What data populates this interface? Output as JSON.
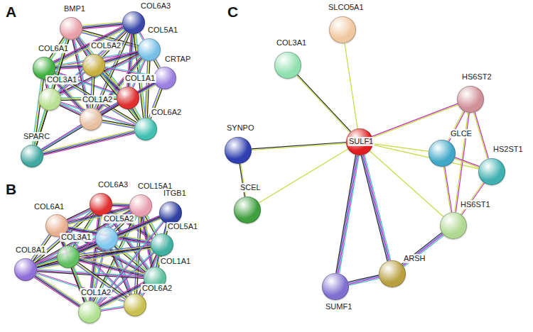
{
  "diagram": {
    "nodes": [
      {
        "text": [
          "BMP1"
        ]
      },
      {
        "text": [
          "COL6A3"
        ]
      },
      {
        "text": [
          "COL5A1"
        ]
      },
      {
        "text": [
          "COL6A1"
        ]
      },
      {
        "text": [
          "COL5A2"
        ]
      },
      {
        "text": [
          "CRTAP"
        ]
      },
      {
        "text": [
          "COL3A1"
        ]
      },
      {
        "text": [
          "COL1A1"
        ]
      },
      {
        "text": [
          "COL1A2"
        ]
      },
      {
        "text": [
          "COL6A2"
        ]
      },
      {
        "text": [
          "SPARC"
        ]
      },
      {
        "text": [
          "COL6A3"
        ]
      },
      {
        "text": [
          "COL15A1"
        ]
      },
      {
        "text": [
          "ITGB1"
        ]
      },
      {
        "text": [
          "COL6A1"
        ]
      },
      {
        "text": [
          "COL5A2"
        ]
      },
      {
        "text": [
          "COL5A1"
        ]
      },
      {
        "text": [
          "COL8A1"
        ]
      },
      {
        "text": [
          "COL3A1"
        ]
      },
      {
        "text": [
          "COL1A1"
        ]
      },
      {
        "text": [
          "COL6A2"
        ]
      },
      {
        "text": [
          "COL1A2"
        ]
      },
      {
        "text": [
          "SLCO5A1"
        ]
      },
      {
        "text": [
          "COL3A1"
        ]
      },
      {
        "text": [
          "HS6ST2"
        ]
      },
      {
        "text": [
          "SYNPO"
        ]
      },
      {
        "text": [
          "SULF1"
        ]
      },
      {
        "text": [
          "GLCE"
        ]
      },
      {
        "text": [
          "HS2ST1"
        ]
      },
      {
        "text": [
          "SCEL"
        ]
      },
      {
        "text": [
          "HS6ST1"
        ]
      },
      {
        "text": [
          "ARSH"
        ]
      },
      {
        "text": [
          "SUMF1"
        ]
      }
    ],
    "edges": [
      {
        "from": 0,
        "to": 1,
        "arrow": "none"
      },
      {
        "from": 0,
        "to": 2,
        "arrow": "none"
      },
      {
        "from": 0,
        "to": 3,
        "arrow": "none"
      },
      {
        "from": 0,
        "to": 4,
        "arrow": "none"
      },
      {
        "from": 0,
        "to": 6,
        "arrow": "none"
      },
      {
        "from": 0,
        "to": 7,
        "arrow": "none"
      },
      {
        "from": 0,
        "to": 8,
        "arrow": "none"
      },
      {
        "from": 0,
        "to": 9,
        "arrow": "none"
      },
      {
        "from": 1,
        "to": 2,
        "arrow": "none"
      },
      {
        "from": 1,
        "to": 3,
        "arrow": "none"
      },
      {
        "from": 1,
        "to": 4,
        "arrow": "none"
      },
      {
        "from": 1,
        "to": 6,
        "arrow": "none"
      },
      {
        "from": 1,
        "to": 7,
        "arrow": "none"
      },
      {
        "from": 1,
        "to": 8,
        "arrow": "none"
      },
      {
        "from": 1,
        "to": 9,
        "arrow": "none"
      },
      {
        "from": 2,
        "to": 3,
        "arrow": "none"
      },
      {
        "from": 2,
        "to": 4,
        "arrow": "none"
      },
      {
        "from": 2,
        "to": 6,
        "arrow": "none"
      },
      {
        "from": 2,
        "to": 7,
        "arrow": "none"
      },
      {
        "from": 2,
        "to": 8,
        "arrow": "none"
      },
      {
        "from": 2,
        "to": 9,
        "arrow": "none"
      },
      {
        "from": 3,
        "to": 4,
        "arrow": "none"
      },
      {
        "from": 3,
        "to": 6,
        "arrow": "none"
      },
      {
        "from": 3,
        "to": 7,
        "arrow": "none"
      },
      {
        "from": 3,
        "to": 8,
        "arrow": "none"
      },
      {
        "from": 3,
        "to": 9,
        "arrow": "none"
      },
      {
        "from": 4,
        "to": 6,
        "arrow": "none"
      },
      {
        "from": 4,
        "to": 7,
        "arrow": "none"
      },
      {
        "from": 4,
        "to": 8,
        "arrow": "none"
      },
      {
        "from": 4,
        "to": 9,
        "arrow": "none"
      },
      {
        "from": 6,
        "to": 7,
        "arrow": "none"
      },
      {
        "from": 6,
        "to": 8,
        "arrow": "none"
      },
      {
        "from": 6,
        "to": 9,
        "arrow": "none"
      },
      {
        "from": 7,
        "to": 8,
        "arrow": "none"
      },
      {
        "from": 7,
        "to": 9,
        "arrow": "none"
      },
      {
        "from": 8,
        "to": 9,
        "arrow": "none"
      },
      {
        "from": 5,
        "to": 2,
        "arrow": "none"
      },
      {
        "from": 5,
        "to": 4,
        "arrow": "none"
      },
      {
        "from": 5,
        "to": 7,
        "arrow": "none"
      },
      {
        "from": 5,
        "to": 8,
        "arrow": "none"
      },
      {
        "from": 5,
        "to": 9,
        "arrow": "none"
      },
      {
        "from": 10,
        "to": 0,
        "arrow": "none"
      },
      {
        "from": 10,
        "to": 3,
        "arrow": "none"
      },
      {
        "from": 10,
        "to": 6,
        "arrow": "none"
      },
      {
        "from": 10,
        "to": 7,
        "arrow": "none"
      },
      {
        "from": 10,
        "to": 8,
        "arrow": "none"
      },
      {
        "from": 10,
        "to": 9,
        "arrow": "none"
      },
      {
        "from": 11,
        "to": 12,
        "arrow": "none"
      },
      {
        "from": 11,
        "to": 14,
        "arrow": "none"
      },
      {
        "from": 11,
        "to": 15,
        "arrow": "none"
      },
      {
        "from": 11,
        "to": 16,
        "arrow": "none"
      },
      {
        "from": 11,
        "to": 17,
        "arrow": "none"
      },
      {
        "from": 11,
        "to": 18,
        "arrow": "none"
      },
      {
        "from": 11,
        "to": 19,
        "arrow": "none"
      },
      {
        "from": 11,
        "to": 20,
        "arrow": "none"
      },
      {
        "from": 11,
        "to": 21,
        "arrow": "none"
      },
      {
        "from": 12,
        "to": 14,
        "arrow": "none"
      },
      {
        "from": 12,
        "to": 15,
        "arrow": "none"
      },
      {
        "from": 12,
        "to": 16,
        "arrow": "none"
      },
      {
        "from": 12,
        "to": 17,
        "arrow": "none"
      },
      {
        "from": 12,
        "to": 18,
        "arrow": "none"
      },
      {
        "from": 12,
        "to": 19,
        "arrow": "none"
      },
      {
        "from": 12,
        "to": 20,
        "arrow": "none"
      },
      {
        "from": 12,
        "to": 21,
        "arrow": "none"
      },
      {
        "from": 14,
        "to": 15,
        "arrow": "none"
      },
      {
        "from": 14,
        "to": 16,
        "arrow": "none"
      },
      {
        "from": 14,
        "to": 17,
        "arrow": "none"
      },
      {
        "from": 14,
        "to": 18,
        "arrow": "none"
      },
      {
        "from": 14,
        "to": 19,
        "arrow": "none"
      },
      {
        "from": 14,
        "to": 20,
        "arrow": "none"
      },
      {
        "from": 14,
        "to": 21,
        "arrow": "none"
      },
      {
        "from": 15,
        "to": 16,
        "arrow": "none"
      },
      {
        "from": 15,
        "to": 17,
        "arrow": "none"
      },
      {
        "from": 15,
        "to": 18,
        "arrow": "none"
      },
      {
        "from": 15,
        "to": 19,
        "arrow": "none"
      },
      {
        "from": 15,
        "to": 20,
        "arrow": "none"
      },
      {
        "from": 15,
        "to": 21,
        "arrow": "none"
      },
      {
        "from": 16,
        "to": 17,
        "arrow": "none"
      },
      {
        "from": 16,
        "to": 18,
        "arrow": "none"
      },
      {
        "from": 16,
        "to": 19,
        "arrow": "none"
      },
      {
        "from": 16,
        "to": 20,
        "arrow": "none"
      },
      {
        "from": 16,
        "to": 21,
        "arrow": "none"
      },
      {
        "from": 17,
        "to": 18,
        "arrow": "none"
      },
      {
        "from": 17,
        "to": 19,
        "arrow": "none"
      },
      {
        "from": 17,
        "to": 20,
        "arrow": "none"
      },
      {
        "from": 17,
        "to": 21,
        "arrow": "none"
      },
      {
        "from": 18,
        "to": 19,
        "arrow": "none"
      },
      {
        "from": 18,
        "to": 20,
        "arrow": "none"
      },
      {
        "from": 18,
        "to": 21,
        "arrow": "none"
      },
      {
        "from": 19,
        "to": 20,
        "arrow": "none"
      },
      {
        "from": 19,
        "to": 21,
        "arrow": "none"
      },
      {
        "from": 20,
        "to": 21,
        "arrow": "none"
      },
      {
        "from": 13,
        "to": 15,
        "arrow": "none"
      },
      {
        "from": 13,
        "to": 16,
        "arrow": "none"
      },
      {
        "from": 13,
        "to": 18,
        "arrow": "none"
      },
      {
        "from": 13,
        "to": 19,
        "arrow": "none"
      },
      {
        "from": 13,
        "to": 21,
        "arrow": "none"
      },
      {
        "from": 26,
        "to": 22,
        "arrow": "none"
      },
      {
        "from": 26,
        "to": 23,
        "arrow": "none"
      },
      {
        "from": 26,
        "to": 24,
        "arrow": "none"
      },
      {
        "from": 26,
        "to": 25,
        "arrow": "none"
      },
      {
        "from": 26,
        "to": 27,
        "arrow": "none"
      },
      {
        "from": 26,
        "to": 28,
        "arrow": "none"
      },
      {
        "from": 26,
        "to": 29,
        "arrow": "none"
      },
      {
        "from": 26,
        "to": 30,
        "arrow": "none"
      },
      {
        "from": 26,
        "to": 31,
        "arrow": "none"
      },
      {
        "from": 26,
        "to": 32,
        "arrow": "none"
      },
      {
        "from": 25,
        "to": 29,
        "arrow": "none"
      },
      {
        "from": 24,
        "to": 27,
        "arrow": "none"
      },
      {
        "from": 24,
        "to": 28,
        "arrow": "none"
      },
      {
        "from": 24,
        "to": 30,
        "arrow": "none"
      },
      {
        "from": 27,
        "to": 28,
        "arrow": "none"
      },
      {
        "from": 27,
        "to": 30,
        "arrow": "none"
      },
      {
        "from": 28,
        "to": 30,
        "arrow": "none"
      },
      {
        "from": 30,
        "to": 31,
        "arrow": "none"
      },
      {
        "from": 31,
        "to": 32,
        "arrow": "none"
      }
    ],
    "labels": [
      "A",
      "B",
      "C"
    ]
  }
}
